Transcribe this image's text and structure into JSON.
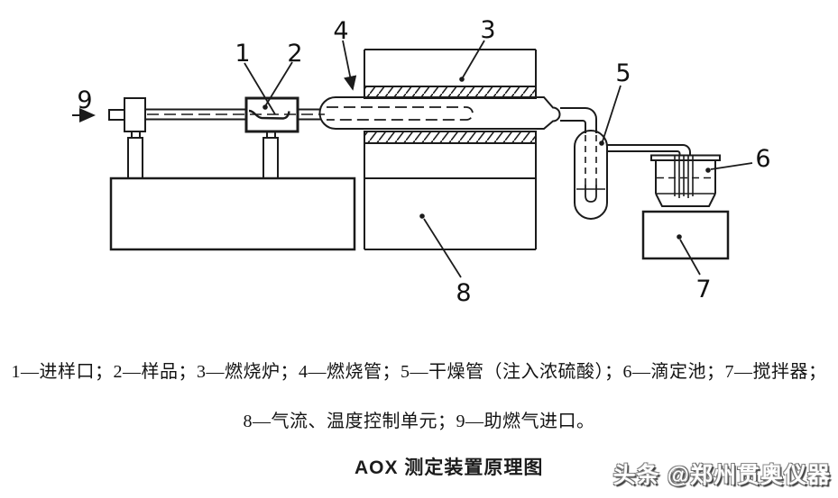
{
  "diagram": {
    "part_labels": [
      "1",
      "2",
      "3",
      "4",
      "5",
      "6",
      "7",
      "8",
      "9"
    ],
    "parts": {
      "1": "进样口",
      "2": "样品",
      "3": "燃烧炉",
      "4": "燃烧管",
      "5": "干燥管（注入浓硫酸）",
      "6": "滴定池",
      "7": "搅拌器",
      "8": "气流、温度控制单元",
      "9": "助燃气进口"
    }
  },
  "legend": {
    "line1": "1—进样口；2—样品；3—燃烧炉；4—燃烧管；5—干燥管（注入浓硫酸）；6—滴定池；7—搅拌器；",
    "line2": "8—气流、温度控制单元；9—助燃气进口。"
  },
  "title": "AOX 测定装置原理图",
  "watermark": "头条 @郑州贯奥仪器",
  "colors": {
    "line": "#1b1b1b",
    "background": "#ffffff",
    "watermark_shadow": "#3f3f3f"
  }
}
